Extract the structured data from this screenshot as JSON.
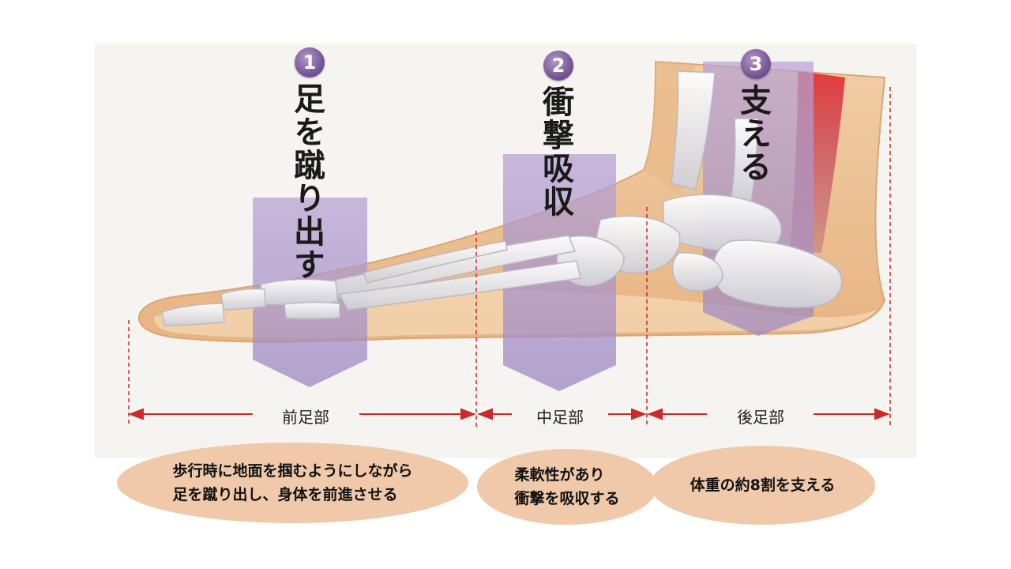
{
  "zones": [
    {
      "number": "1",
      "title": "足を蹴り出す"
    },
    {
      "number": "2",
      "title": "衝撃吸収"
    },
    {
      "number": "3",
      "title": "支える"
    }
  ],
  "segments": [
    "前足部",
    "中足部",
    "後足部"
  ],
  "descriptions": [
    {
      "lines": [
        "歩行時に地面を掴むようにしながら",
        "足を蹴り出し、身体を前進させる"
      ]
    },
    {
      "lines": [
        "柔軟性があり",
        "衝撃を吸収する"
      ]
    },
    {
      "lines": [
        "体重の約8割を支える"
      ]
    }
  ],
  "colors": {
    "foot": "#eec49a",
    "zone_band": "#a58ec6",
    "marker": "#6e4e8e",
    "dashed_line": "#cc2a2a",
    "oval": "#efc9aa",
    "tendon": "#e23a3a"
  }
}
